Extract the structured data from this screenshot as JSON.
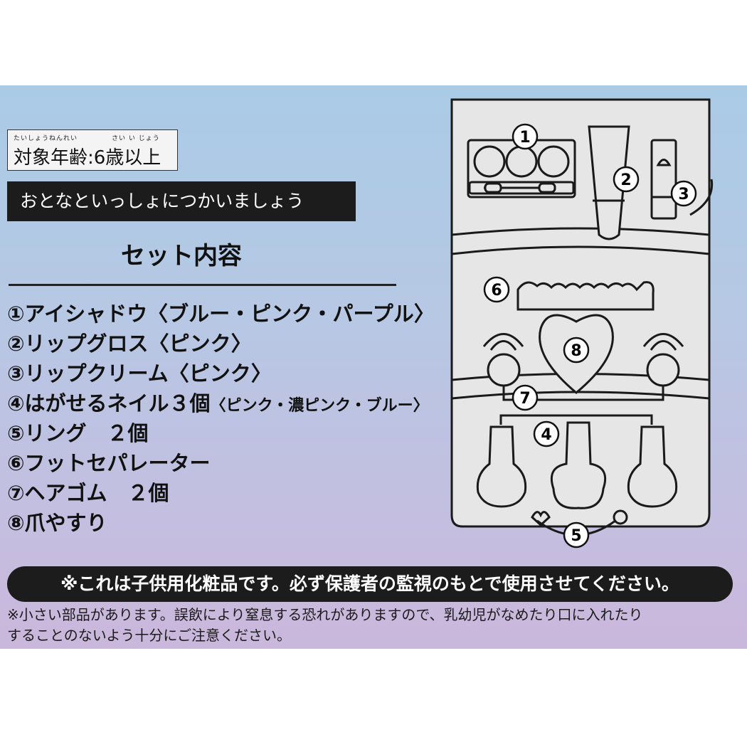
{
  "age": {
    "ruby": [
      "たいしょうねんれい",
      "さい い じょう"
    ],
    "label": "対象年齢:6歳以上"
  },
  "notice": "おとなといっしょにつかいましょう",
  "contents_title": "セット内容",
  "items": [
    {
      "main": "①アイシャドウ",
      "sub": "〈ブルー・ピンク・パープル〉"
    },
    {
      "main": "②リップグロス",
      "sub": "〈ピンク〉"
    },
    {
      "main": "③リップクリーム",
      "sub": "〈ピンク〉"
    },
    {
      "main": "④はがせるネイル３個",
      "sub": "〈ピンク・濃ピンク・ブルー〉"
    },
    {
      "main": "⑤リング　２個",
      "sub": ""
    },
    {
      "main": "⑥フットセパレーター",
      "sub": ""
    },
    {
      "main": "⑦ヘアゴム　２個",
      "sub": ""
    },
    {
      "main": "⑧爪やすり",
      "sub": ""
    }
  ],
  "warning": "※これは子供用化粧品です。必ず保護者の監視のもとで使用させてください。",
  "caution": [
    "※小さい部品があります。誤飲により窒息する恐れがありますので、乳幼児がなめたり口に入れたり",
    "することのないよう十分にご注意ください。"
  ],
  "diagram_numbers": [
    "1",
    "2",
    "3",
    "4",
    "5",
    "6",
    "7",
    "8"
  ]
}
